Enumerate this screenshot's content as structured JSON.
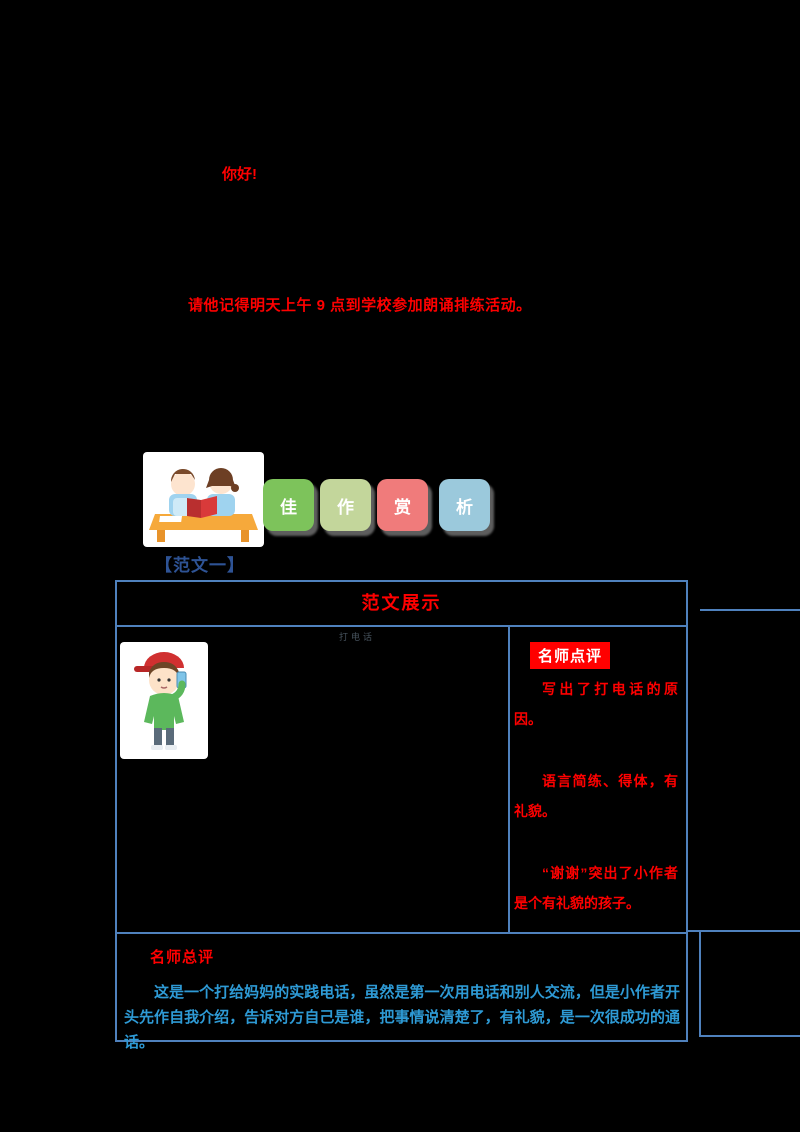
{
  "top": {
    "highlight_text": "你好!",
    "assignment_sentence": "请他记得明天上午 9 点到学校参加朗诵排练活动。"
  },
  "banner": {
    "illustration": "students-reading-illustration",
    "boxes": [
      {
        "label": "佳",
        "color": "#7dc35b"
      },
      {
        "label": "作",
        "color": "#c3d69b"
      },
      {
        "label": "赏",
        "color": "#f07b7b"
      },
      {
        "label": "析",
        "color": "#9bc9dc"
      }
    ]
  },
  "model_essay_tag": "【范文一】",
  "table": {
    "header": "范文展示",
    "essay_title": "打电话",
    "essay_illustration": "boy-on-phone-illustration",
    "comments": {
      "label": "名师点评",
      "items": [
        "写出了打电话的原因。",
        "语言简练、得体，有礼貌。",
        "“谢谢”突出了小作者是个有礼貌的孩子。"
      ]
    },
    "summary": {
      "label": "名师总评",
      "text": "这是一个打给妈妈的实践电话，虽然是第一次用电话和别人交流，但是小作者开头先作自我介绍，告诉对方自己是谁，把事情说清楚了，有礼貌，是一次很成功的通话。"
    }
  },
  "colors": {
    "background": "#000000",
    "table_border_blue": "#4f81bd",
    "accent_red": "#ff0000",
    "tag_dark_blue": "#2e5395",
    "summary_blue": "#2e9ad5"
  }
}
